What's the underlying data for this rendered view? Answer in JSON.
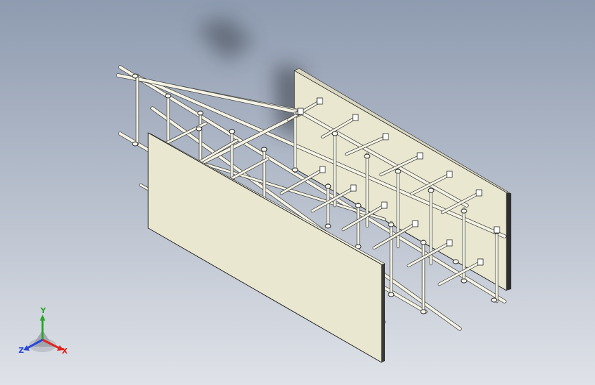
{
  "viewport": {
    "background_top": "#8e9bb0",
    "background_bottom": "#dfe2e8",
    "panel_color": "#e9e7d0",
    "panel_edge_color": "#232323",
    "rod_color": "#f4f3e6",
    "rod_outline_color": "#4a4a44"
  },
  "triad": {
    "x_label": "X",
    "y_label": "Y",
    "z_label": "Z",
    "x_color": "#e2241b",
    "y_color": "#2ba82b",
    "z_color": "#2748d8"
  }
}
